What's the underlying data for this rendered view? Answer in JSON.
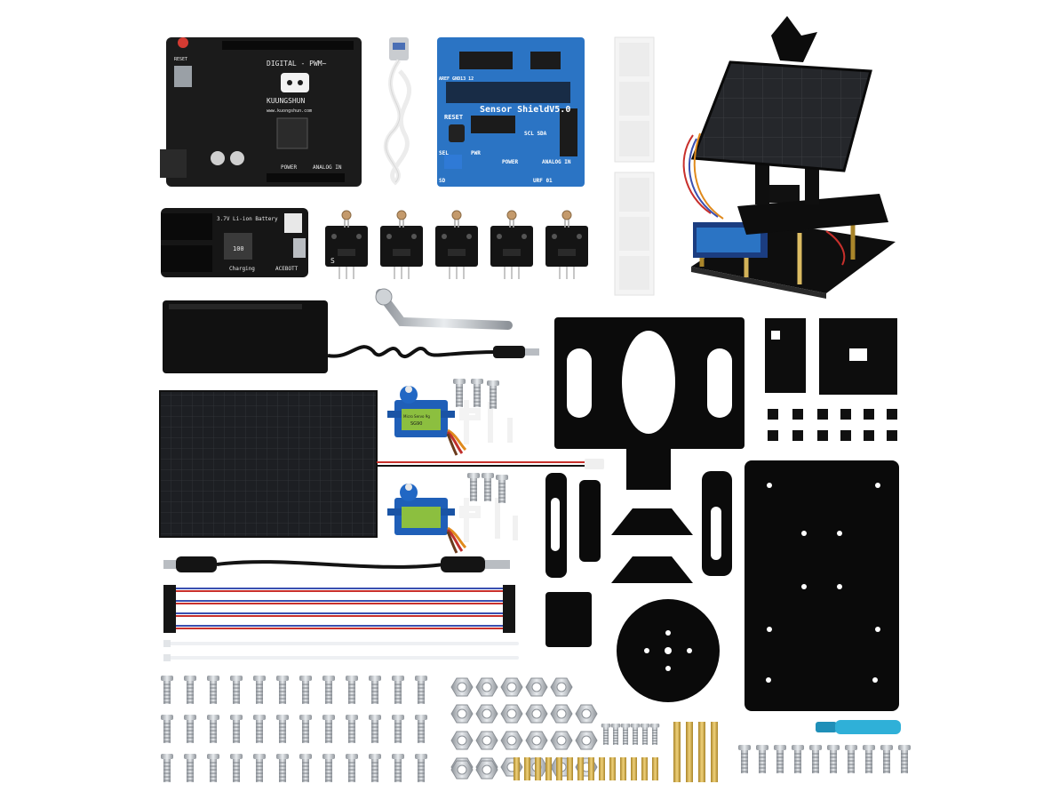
{
  "labels": {
    "controller_brand": "KUUNGSHUN",
    "controller_site": "www.kuongshun.com",
    "controller_digital": "DIGITAL - PWM~",
    "controller_analog": "ANALOG IN",
    "controller_power": "POWER",
    "controller_reset": "RESET",
    "shield_title": "Sensor ShieldV5.0",
    "shield_reset": "RESET",
    "shield_pwr": "PWR",
    "shield_power": "POWER",
    "shield_analog": "ANALOG IN",
    "shield_urf": "URF 01",
    "shield_sel": "SEL",
    "shield_sd": "SD",
    "shield_sck": "SCL SDA",
    "shield_aref": "AREF GND13 12",
    "battery_module_title": "3.7V Li-ion Battery",
    "battery_module_charging": "Charging",
    "battery_module_brand": "ACEBOTT",
    "battery_module_inductor": "100",
    "sensor_pin_label": "S",
    "servo_label": "Micro Servo 9g",
    "servo_model": "SG90"
  },
  "colors": {
    "background": "#ffffff",
    "pcb_black": "#1b1b1b",
    "shield_blue": "#2b74c4",
    "acrylic_black": "#0b0b0b",
    "solar_cell": "#232528",
    "servo_blue": "#1f5fb8",
    "wire_red": "#c8302c",
    "wire_blue": "#3a4fb0",
    "brass": "#c9a23a",
    "screwdriver_cyan": "#2fb0d8",
    "steel": "#b9bdc2"
  },
  "icons": [
    "controller-board-icon",
    "usb-cable-icon",
    "sensor-shield-icon",
    "adhesive-pad-icon",
    "solar-tracker-assembled-icon",
    "battery-charging-module-icon",
    "photoresistor-sensor-icon",
    "battery-box-icon",
    "l-wrench-icon",
    "solar-panel-icon",
    "servo-motor-icon",
    "servo-horn-icon",
    "dc-cable-icon",
    "dupont-wire-icon",
    "cable-tie-icon",
    "acrylic-plate-icon",
    "screw-icon",
    "nut-icon",
    "standoff-icon",
    "screwdriver-icon"
  ]
}
